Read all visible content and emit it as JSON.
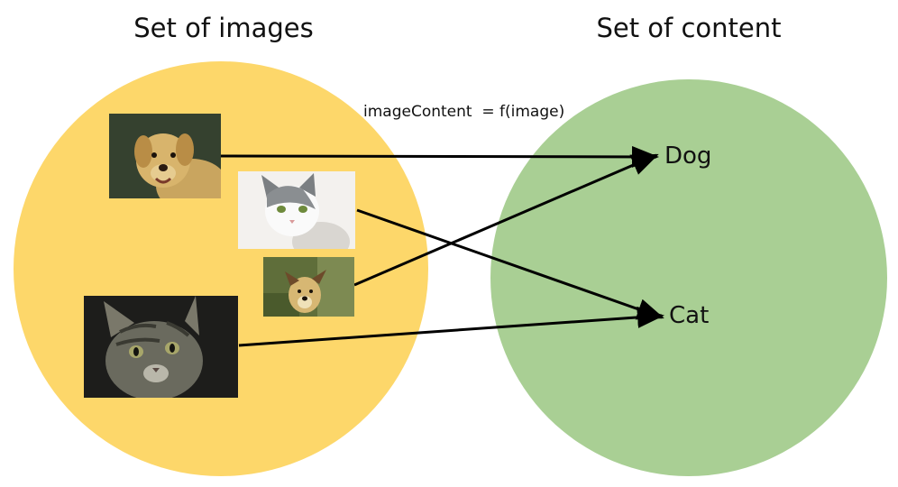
{
  "titles": {
    "left": "Set of images",
    "right": "Set of content"
  },
  "function_label": "imageContent  = f(image)",
  "targets": {
    "dog": "Dog",
    "cat": "Cat"
  },
  "colors": {
    "left_set": "#FDD76A",
    "right_set": "#A9CF94",
    "arrow": "#000000"
  },
  "images": [
    {
      "id": "golden-retriever",
      "depicts": "dog"
    },
    {
      "id": "white-grey-cat",
      "depicts": "cat"
    },
    {
      "id": "small-dog",
      "depicts": "dog"
    },
    {
      "id": "tabby-cat",
      "depicts": "cat"
    }
  ],
  "mappings": [
    {
      "from": "golden-retriever",
      "to": "Dog"
    },
    {
      "from": "white-grey-cat",
      "to": "Cat"
    },
    {
      "from": "small-dog",
      "to": "Dog"
    },
    {
      "from": "tabby-cat",
      "to": "Cat"
    }
  ]
}
